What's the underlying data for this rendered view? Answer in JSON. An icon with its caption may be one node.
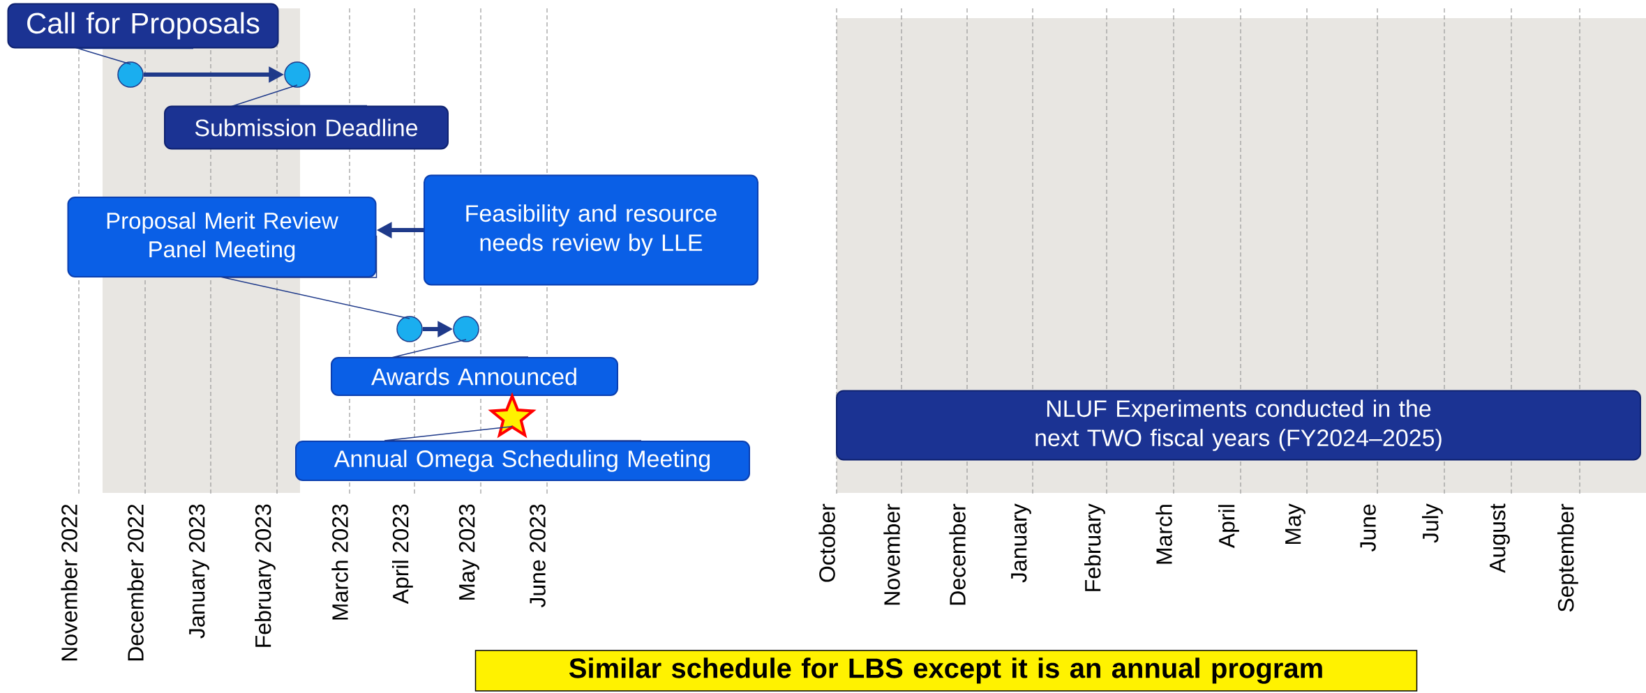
{
  "diagram": {
    "nodes": [
      {
        "text": [
          "Call for Proposals"
        ]
      },
      {
        "text": [],
        "shape": "circle"
      },
      {
        "text": [],
        "shape": "circle"
      },
      {
        "text": [
          "Submission Deadline"
        ]
      },
      {
        "text": [
          "Proposal Merit Review Panel Meeting"
        ]
      },
      {
        "text": [
          "Feasibility and resource needs review by LLE"
        ]
      },
      {
        "text": [],
        "shape": "circle"
      },
      {
        "text": [],
        "shape": "circle"
      },
      {
        "text": [
          "Awards Announced"
        ]
      },
      {
        "text": [],
        "shape": "star"
      },
      {
        "text": [
          "Annual Omega Scheduling Meeting"
        ]
      },
      {
        "text": [
          "NLUF Experiments conducted in the next TWO fiscal years (FY2024–2025)"
        ]
      },
      {
        "text": [
          "Similar schedule for LBS except it is an annual program"
        ]
      }
    ],
    "edges": [
      {
        "from": 1,
        "to": 2,
        "arrow": "to",
        "style": "thick"
      },
      {
        "from": 5,
        "to": 4,
        "arrow": "to",
        "style": "thick"
      },
      {
        "from": 6,
        "to": 7,
        "arrow": "to",
        "style": "thick"
      },
      {
        "from": 0,
        "to": 1,
        "arrow": "none"
      },
      {
        "from": 3,
        "to": 2,
        "arrow": "none"
      },
      {
        "from": 4,
        "to": 6,
        "arrow": "none"
      },
      {
        "from": 8,
        "to": 7,
        "arrow": "none"
      },
      {
        "from": 10,
        "to": 9,
        "arrow": "none"
      }
    ],
    "labels": [
      "November 2022",
      "December 2022",
      "January 2023",
      "February 2023",
      "March 2023",
      "April 2023",
      "May 2023",
      "June 2023",
      "October",
      "November",
      "December",
      "January",
      "February",
      "March",
      "April",
      "May",
      "June",
      "July",
      "August",
      "September"
    ]
  }
}
